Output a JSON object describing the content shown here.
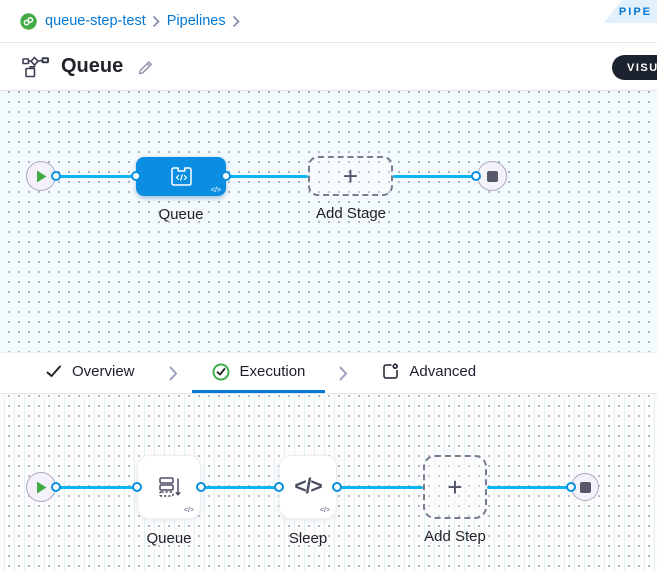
{
  "breadcrumb": {
    "project": "queue-step-test",
    "section": "Pipelines"
  },
  "ribbon": {
    "label": "PIPE"
  },
  "titlebar": {
    "title": "Queue",
    "view_toggle": "VISUAL"
  },
  "stage_pipeline": {
    "stage_label": "Queue",
    "add_label": "Add Stage",
    "plus": "+"
  },
  "tabs": {
    "overview": "Overview",
    "execution": "Execution",
    "advanced": "Advanced"
  },
  "step_pipeline": {
    "queue_label": "Queue",
    "sleep_label": "Sleep",
    "add_label": "Add Step",
    "plus": "+"
  },
  "icons": {
    "code_glyph": "</>",
    "logo": "harness-project-logo",
    "stage_icon": "ci-stage-icon",
    "queue_step_icon": "queue-step-icon",
    "sleep_step_icon": "code-icon"
  },
  "colors": {
    "accent_blue": "#0278d5",
    "node_blue": "#0b8de2",
    "edge_cyan": "#0db4ef",
    "success_green": "#42ab45",
    "dark_pill": "#1c2230",
    "ribbon_bg": "#e2f1fc",
    "canvas1_bg": "#f3fafd",
    "canvas2_bg": "#fdfdfe"
  }
}
